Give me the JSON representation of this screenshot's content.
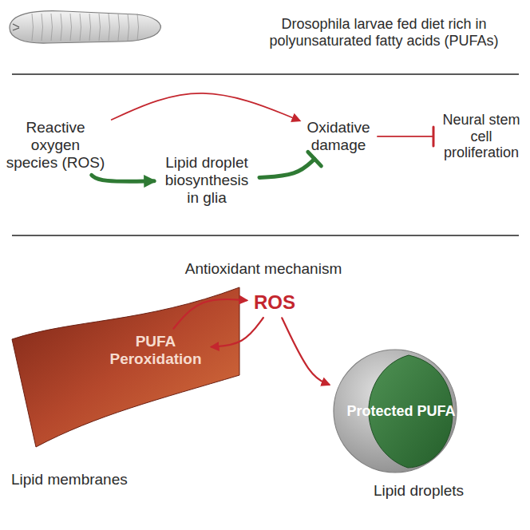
{
  "diagram": {
    "nodes": [
      {
        "text": [
          "Reactive oxygen species (ROS)"
        ]
      },
      {
        "text": [
          "Lipid droplet biosynthesis in glia"
        ]
      },
      {
        "text": [
          "Oxidative damage"
        ]
      },
      {
        "text": [
          "Neural stem cell proliferation"
        ]
      },
      {
        "text": [
          "ROS"
        ]
      },
      {
        "text": [
          "PUFA Peroxidation"
        ]
      },
      {
        "text": [
          "Protected PUFA"
        ]
      }
    ],
    "edges": [
      {
        "from": 0,
        "to": 2,
        "arrow": "to"
      },
      {
        "from": 0,
        "to": 1,
        "arrow": "to"
      },
      {
        "from": 1,
        "to": 2,
        "arrow": "to"
      },
      {
        "from": 2,
        "to": 3,
        "arrow": "to"
      },
      {
        "from": 4,
        "to": 5,
        "arrow": "to"
      },
      {
        "from": 5,
        "to": 4,
        "arrow": "to"
      },
      {
        "from": 4,
        "to": 6,
        "arrow": "to"
      }
    ],
    "labels": [
      "Drosophila larvae fed diet rich in polyunsaturated fatty acids (PUFAs)",
      "Antioxidant mechanism",
      "Lipid membranes",
      "Lipid droplets"
    ]
  }
}
